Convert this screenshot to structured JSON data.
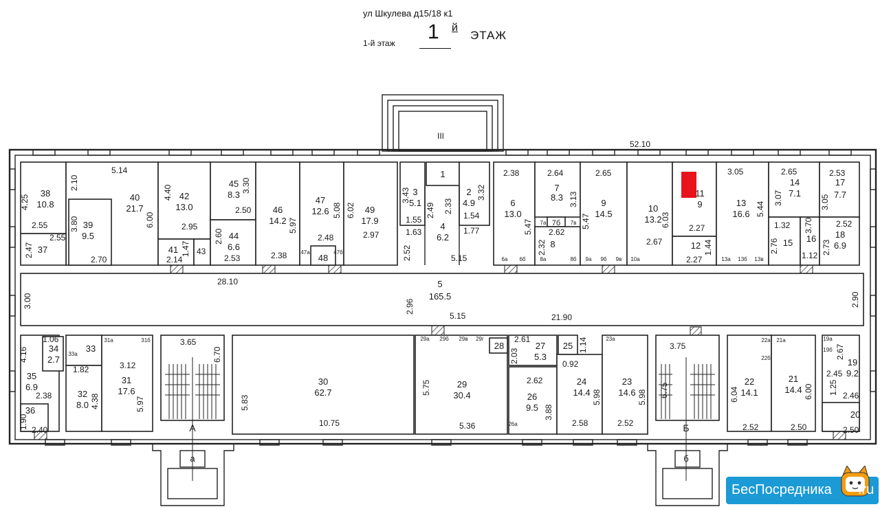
{
  "header": {
    "address": "ул Шкулева д15/18 к1",
    "floor_small": "1-й этаж",
    "floor_number": "1",
    "floor_suffix": "й",
    "floor_word": "ЭТАЖ"
  },
  "highlight_color": "#e8131b",
  "brand": {
    "name": "БесПосредника",
    "tld": ".ru",
    "color": "#1b9ad6",
    "icon": "cat-mascot-icon"
  },
  "dimensions": {
    "total_length": "52.10",
    "corridor_length_left": "28.10",
    "corridor_length_right": "21.90",
    "corridor_width_left": "3.00",
    "corridor_width_right": "2.90",
    "corridor_mid_a": "2.96",
    "corridor_mid_b": "5.15",
    "lobby_mark": "III",
    "stair_a": "А",
    "stair_a_small": "а",
    "stair_b": "Б",
    "stair_b_small": "б"
  },
  "rooms": [
    {
      "id": "38",
      "area": "10.8"
    },
    {
      "id": "40",
      "area": "21.7"
    },
    {
      "id": "39",
      "area": "9.5"
    },
    {
      "id": "37",
      "area": ""
    },
    {
      "id": "42",
      "area": "13.0"
    },
    {
      "id": "41",
      "area": ""
    },
    {
      "id": "45",
      "area": "8.3"
    },
    {
      "id": "44",
      "area": "6.6"
    },
    {
      "id": "46",
      "area": "14.2"
    },
    {
      "id": "47",
      "area": "12.6"
    },
    {
      "id": "48",
      "area": ""
    },
    {
      "id": "49",
      "area": "17.9"
    },
    {
      "id": "3",
      "area": "5.1"
    },
    {
      "id": "1",
      "area": ""
    },
    {
      "id": "2",
      "area": "4.9"
    },
    {
      "id": "4",
      "area": "6.2"
    },
    {
      "id": "6",
      "area": "13.0"
    },
    {
      "id": "7",
      "area": "8.3"
    },
    {
      "id": "8",
      "area": ""
    },
    {
      "id": "9",
      "area": "14.5"
    },
    {
      "id": "10",
      "area": "13.2"
    },
    {
      "id": "11",
      "area": "9"
    },
    {
      "id": "12",
      "area": ""
    },
    {
      "id": "13",
      "area": "16.6"
    },
    {
      "id": "14",
      "area": "7.1"
    },
    {
      "id": "15",
      "area": ""
    },
    {
      "id": "16",
      "area": ""
    },
    {
      "id": "17",
      "area": "7.7"
    },
    {
      "id": "18",
      "area": "6.9"
    },
    {
      "id": "5",
      "area": "165.5"
    },
    {
      "id": "34",
      "area": "2.7"
    },
    {
      "id": "33",
      "area": ""
    },
    {
      "id": "35",
      "area": "6.9"
    },
    {
      "id": "36",
      "area": ""
    },
    {
      "id": "32",
      "area": "8.0"
    },
    {
      "id": "31",
      "area": "17.6"
    },
    {
      "id": "30",
      "area": "62.7"
    },
    {
      "id": "29",
      "area": "30.4"
    },
    {
      "id": "28",
      "area": ""
    },
    {
      "id": "27",
      "area": "5.3"
    },
    {
      "id": "25",
      "area": ""
    },
    {
      "id": "26",
      "area": "9.5"
    },
    {
      "id": "24",
      "area": "14.4"
    },
    {
      "id": "23",
      "area": "14.6"
    },
    {
      "id": "22",
      "area": "14.1"
    },
    {
      "id": "21",
      "area": "14.4"
    },
    {
      "id": "19",
      "area": "9.2"
    },
    {
      "id": "20",
      "area": ""
    }
  ],
  "dims_top": {
    "d1": "4.25",
    "d2": "2.10",
    "d3": "5.14",
    "d4": "2.55",
    "d5": "3.80",
    "d6": "2.55",
    "d7": "2.47",
    "d8": "2.70",
    "d9": "6.00",
    "d10": "4.40",
    "d11": "2.95",
    "d12": "2.14",
    "d13": "1.47",
    "d14": "43",
    "d15": "3.30",
    "d16": "2.50",
    "d17": "2.60",
    "d18": "2.53",
    "d19": "5.97",
    "d20": "2.38",
    "d21": "5.08",
    "d22": "2.48",
    "d23": "6.02",
    "d24": "2.97",
    "d25": "3.43",
    "d26": "1.55",
    "d27": "1.63",
    "d28": "2.49",
    "d29": "2.33",
    "d30": "3.32",
    "d31": "1.54",
    "d32": "1.77",
    "d33": "2.52",
    "d34": "5.15",
    "d35": "2.38",
    "d36": "5.47",
    "d37": "2.64",
    "d38": "3.13",
    "d39": "2.62",
    "d40": "2.32",
    "d41": "2.65",
    "d42": "5.47",
    "d43": "6.03",
    "d44": "2.67",
    "d45": "2.27",
    "d46": "2.27",
    "d47": "1.44",
    "d48": "3.05",
    "d49": "5.44",
    "d50": "2.65",
    "d51": "3.07",
    "d52": "1.32",
    "d53": "3.70",
    "d54": "2.76",
    "d55": "1.12",
    "d56": "2.53",
    "d57": "3.05",
    "d58": "2.52",
    "d59": "2.73"
  },
  "dims_bottom": {
    "b1": "4.16",
    "b2": "1.06",
    "b3": "1.82",
    "b4": "2.38",
    "b5": "1.90",
    "b6": "2.40",
    "b7": "4.38",
    "b8": "3.12",
    "b9": "5.97",
    "b10": "3.65",
    "b11": "6.70",
    "b12": "5.83",
    "b13": "10.75",
    "b14": "5.75",
    "b15": "5.36",
    "b16": "2.61",
    "b17": "2.03",
    "b18": "0.92",
    "b19": "1.14",
    "b20": "2.62",
    "b21": "3.88",
    "b22": "5.98",
    "b23": "2.58",
    "b24": "5.98",
    "b25": "2.52",
    "b26": "3.75",
    "b27": "6.75",
    "b28": "6.04",
    "b29": "2.52",
    "b30": "6.00",
    "b31": "2.50",
    "b32": "2.67",
    "b33": "2.45",
    "b34": "1.25",
    "b35": "2.46",
    "b36": "2.50"
  },
  "sub_labels": [
    "6a",
    "6б",
    "8a",
    "8б",
    "9a",
    "9б",
    "9в",
    "10a",
    "13a",
    "13б",
    "13в",
    "7a",
    "7б",
    "7в",
    "47a",
    "47б",
    "33a",
    "31a",
    "31б",
    "29a",
    "29б",
    "29в",
    "29г",
    "26a",
    "23a",
    "22a",
    "22б",
    "21a",
    "19a",
    "19б"
  ]
}
